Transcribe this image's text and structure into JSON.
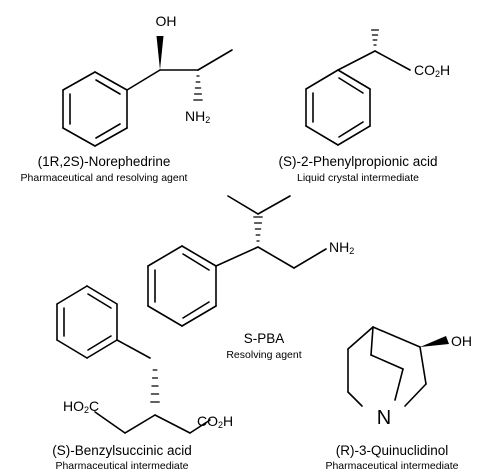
{
  "compounds": [
    {
      "name": "(1R,2S)-Norephedrine",
      "description": "Pharmaceutical and resolving agent",
      "atoms": {
        "oh": "OH",
        "nh": "NH",
        "nh_sub": "2"
      }
    },
    {
      "name": "(S)-2-Phenylpropionic acid",
      "description": "Liquid crystal intermediate",
      "atoms": {
        "co": "CO",
        "co_sub": "2",
        "co_h": "H"
      }
    },
    {
      "name": "S-PBA",
      "description": "Resolving agent",
      "atoms": {
        "nh": "NH",
        "nh_sub": "2"
      }
    },
    {
      "name": "(S)-Benzylsuccinic acid",
      "description": "Pharmaceutical intermediate",
      "atoms": {
        "ho": "HO",
        "ho_sub": "2",
        "ho_c": "C",
        "co": "CO",
        "co_sub": "2",
        "co_h": "H"
      }
    },
    {
      "name": "(R)-3-Quinuclidinol",
      "description": "Pharmaceutical intermediate",
      "atoms": {
        "oh": "OH",
        "n": "N"
      }
    }
  ]
}
